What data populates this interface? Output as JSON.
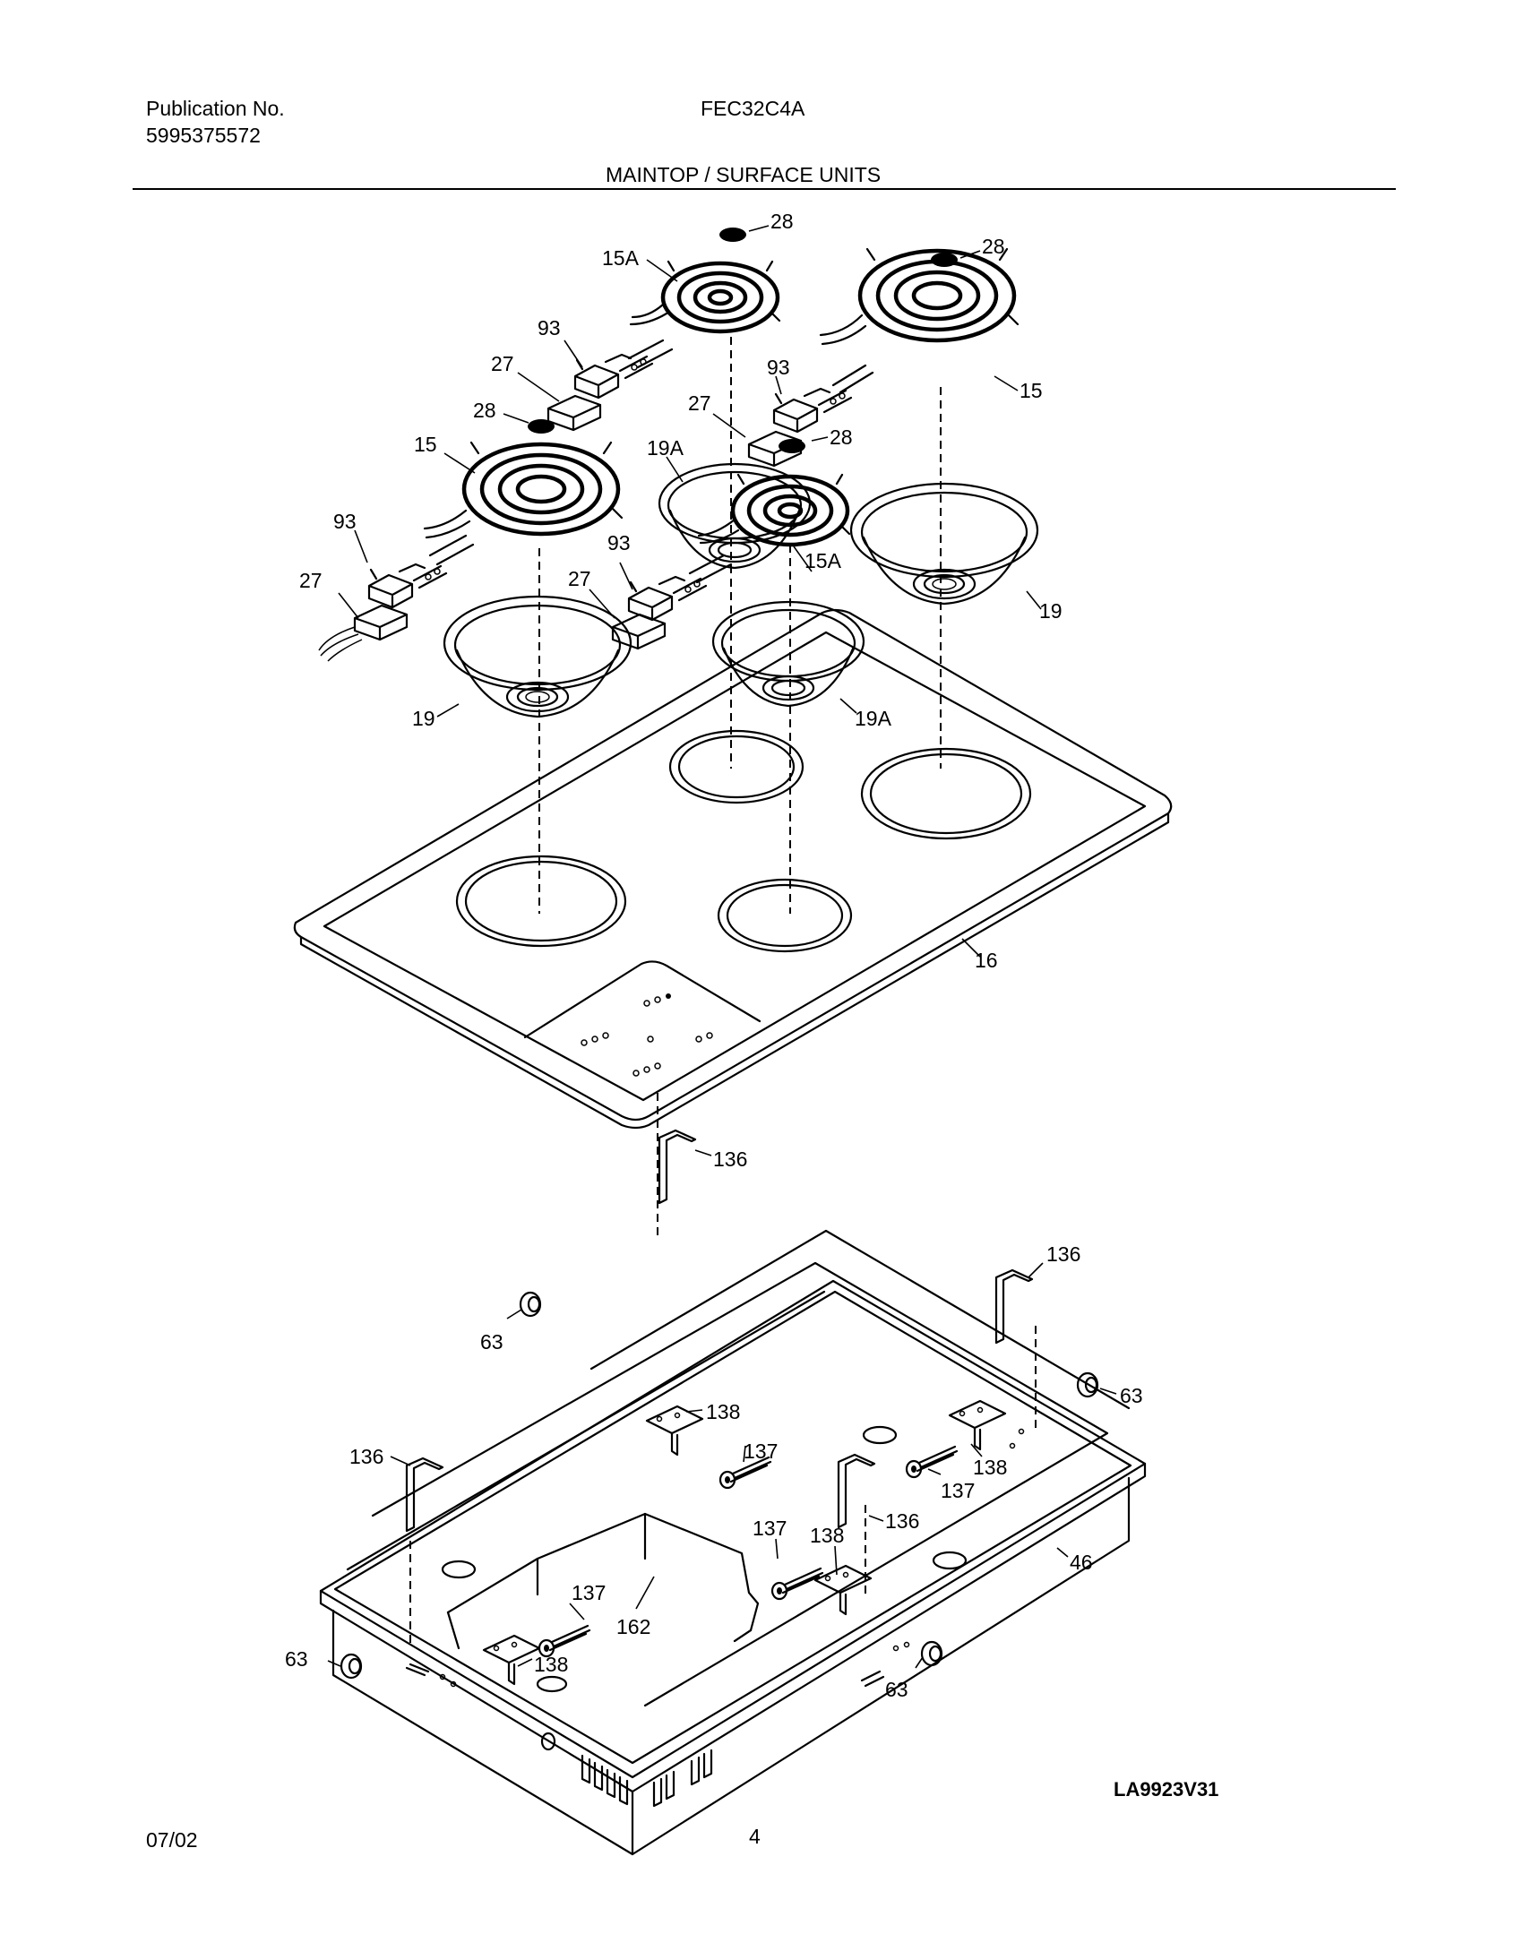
{
  "header": {
    "publication_label": "Publication No.",
    "publication_number": "5995375572",
    "model": "FEC32C4A",
    "section_title": "MAINTOP / SURFACE UNITS"
  },
  "footer": {
    "diagram_code": "LA9923V31",
    "date": "07/02",
    "page_number": "4"
  },
  "callouts": [
    "28",
    "15A",
    "28",
    "93",
    "27",
    "93",
    "28",
    "27",
    "28",
    "15",
    "15",
    "19A",
    "93",
    "93",
    "27",
    "27",
    "15A",
    "19",
    "19",
    "19A",
    "16",
    "136",
    "136",
    "63",
    "63",
    "138",
    "137",
    "136",
    "138",
    "137",
    "136",
    "137",
    "138",
    "137",
    "162",
    "46",
    "63",
    "138",
    "63"
  ]
}
